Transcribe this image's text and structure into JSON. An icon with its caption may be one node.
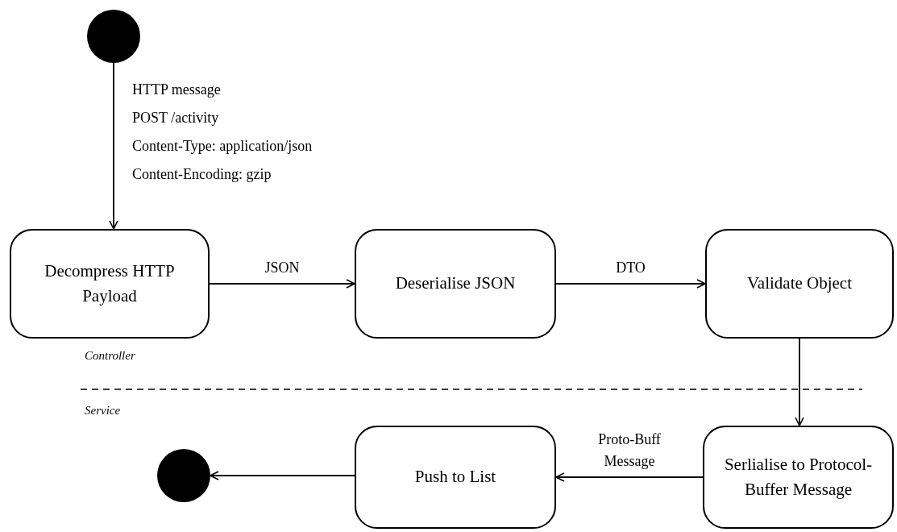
{
  "diagram": {
    "nodes": [
      {
        "text": [],
        "shape": "circle"
      },
      {
        "text": [
          "Decompress HTTP Payload"
        ]
      },
      {
        "text": [
          "Deserialise JSON"
        ]
      },
      {
        "text": [
          "Validate Object"
        ]
      },
      {
        "text": [
          "Serlialise to Protocol-Buffer Message"
        ]
      },
      {
        "text": [
          "Push to List"
        ]
      },
      {
        "text": [],
        "shape": "circle"
      }
    ],
    "edges": [
      {
        "from": 0,
        "to": 1,
        "arrow": "to"
      },
      {
        "from": 1,
        "to": 2,
        "arrow": "to",
        "label": "JSON"
      },
      {
        "from": 2,
        "to": 3,
        "arrow": "to",
        "label": "DTO"
      },
      {
        "from": 3,
        "to": 4,
        "arrow": "to"
      },
      {
        "from": 4,
        "to": 5,
        "arrow": "to",
        "label": "Proto-Buff Message"
      },
      {
        "from": 5,
        "to": 6,
        "arrow": "to"
      }
    ],
    "labels": [
      "HTTP message",
      "POST /activity",
      "Content-Type: application/json",
      "Content-Encoding: gzip",
      "Controller",
      "Service"
    ]
  }
}
